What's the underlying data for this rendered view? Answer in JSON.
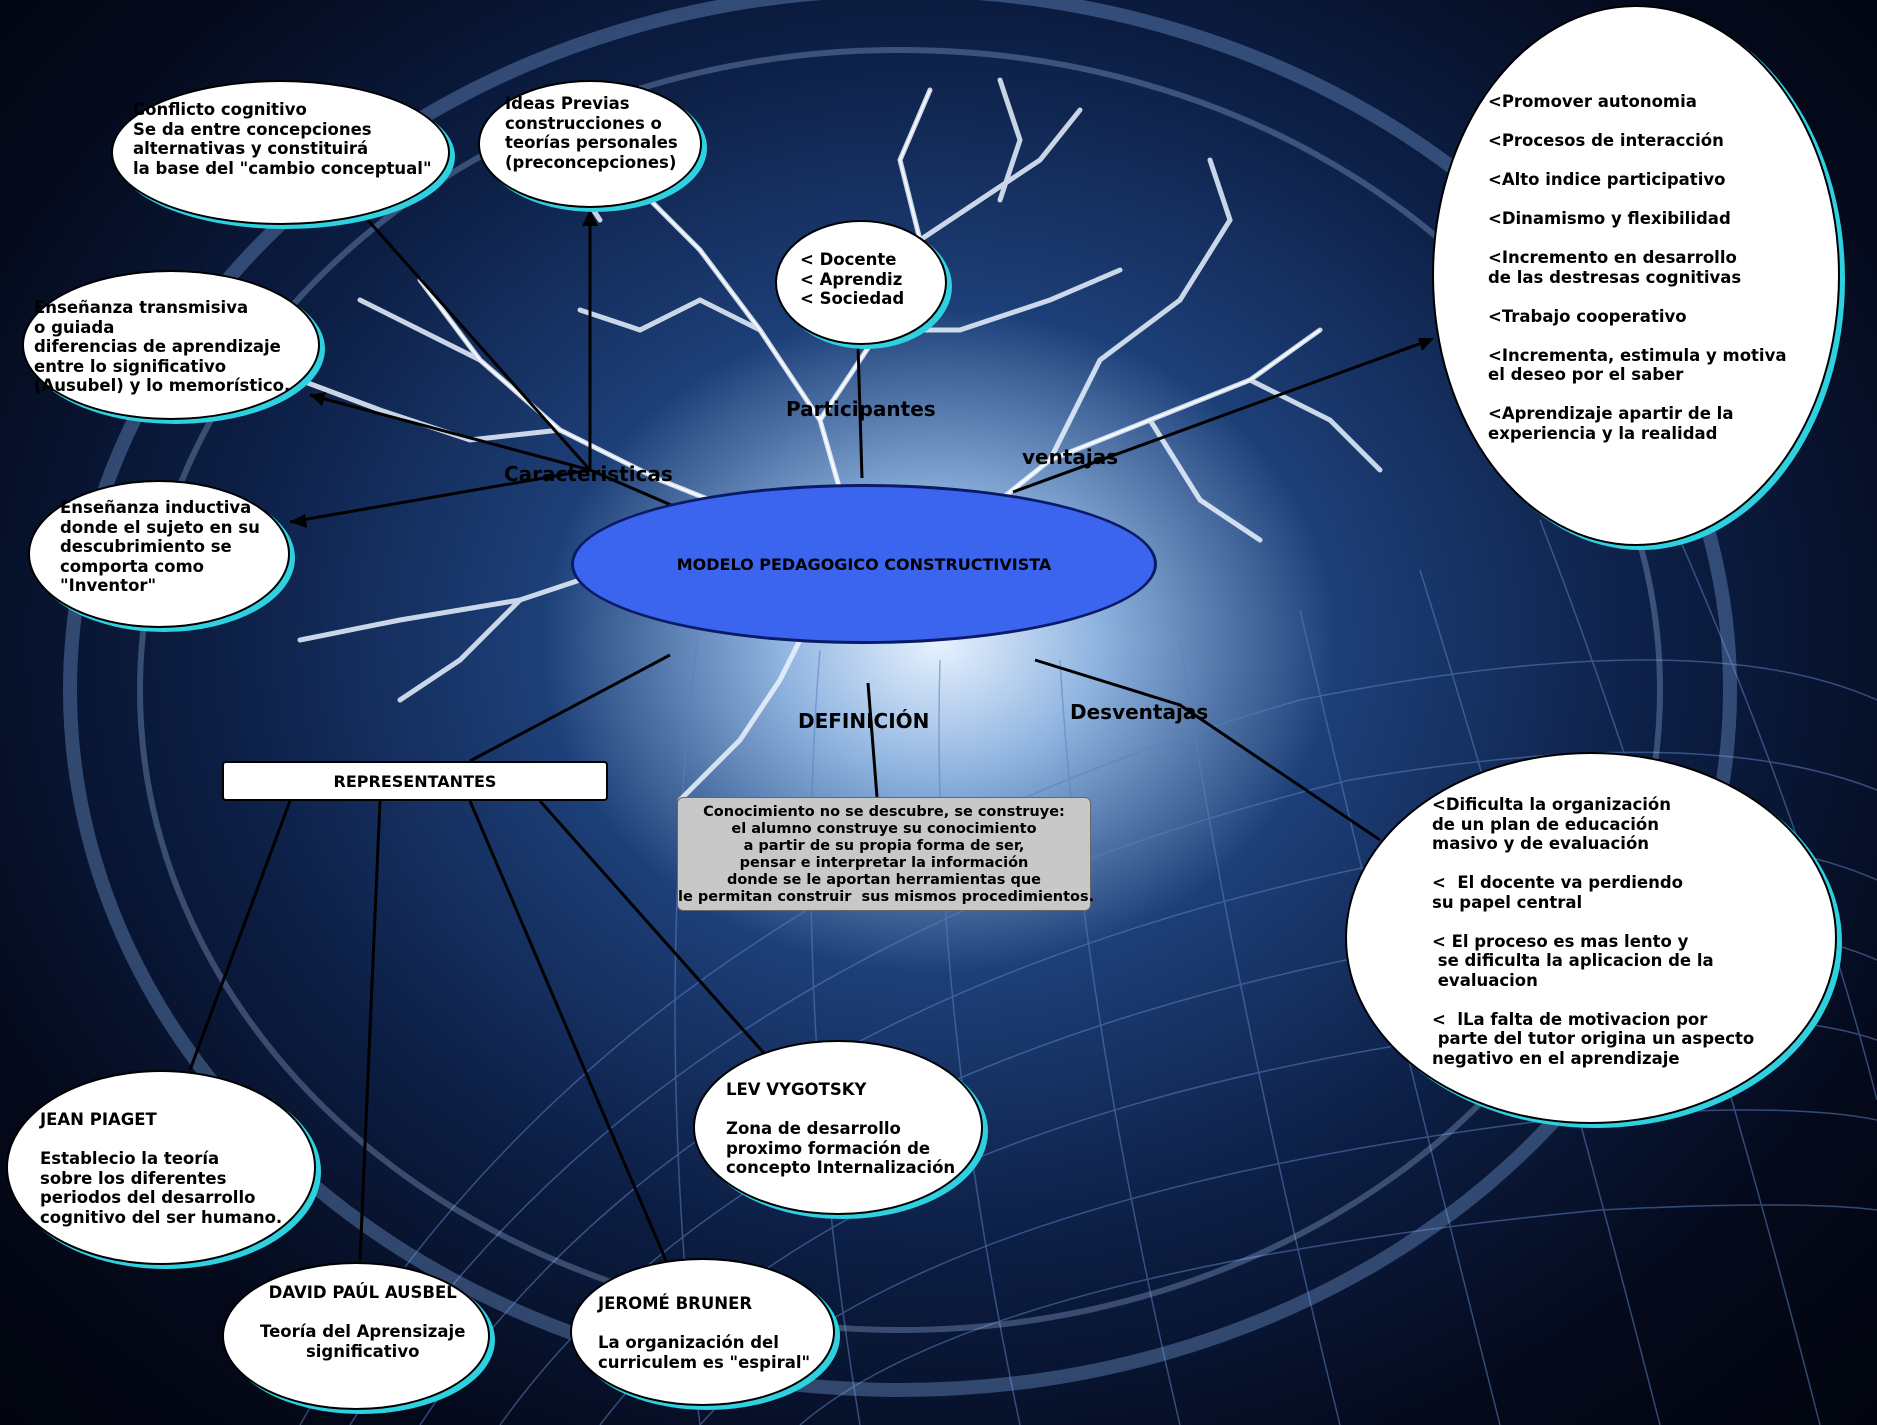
{
  "center": {
    "title": "MODELO PEDAGOGICO CONSTRUCTIVISTA"
  },
  "branches": {
    "caracteristicas": "Caracteristicas",
    "participantes": "Participantes",
    "ventajas": "ventajas",
    "definicion": "DEFINICIÓN",
    "desventajas": "Desventajas",
    "representantes": "REPRESENTANTES"
  },
  "nodes": {
    "conflicto": "Conflicto cognitivo\nSe da entre concepciones\nalternativas y constituirá\nla base del \"cambio conceptual\"",
    "ideas": "Ideas Previas\nconstrucciones o\nteorías personales\n(preconcepciones)",
    "participantes": "< Docente\n< Aprendiz\n< Sociedad",
    "transmisiva": "Enseñanza transmisiva\no guiada\ndiferencias de aprendizaje\nentre lo significativo\n(Ausubel) y lo memorístico.",
    "inductiva": "Enseñanza inductiva\ndonde el sujeto en su\ndescubrimiento se\ncomporta como\n\"Inventor\"",
    "ventajas": "<Promover autonomia\n\n<Procesos de interacción\n\n<Alto indice participativo\n\n<Dinamismo y flexibilidad\n\n<Incremento en desarrollo\nde las destresas cognitivas\n\n<Trabajo cooperativo\n\n<Incrementa, estimula y motiva\nel deseo por el saber\n\n<Aprendizaje apartir de la\nexperiencia y la realidad",
    "definicion": "Conocimiento no se descubre, se construye:\nel alumno construye su conocimiento\na partir de su propia forma de ser,\npensar e interpretar la información\ndonde se le aportan herramientas que\nle permitan construir  sus mismos procedimientos.",
    "desventajas": "<Dificulta la organización\nde un plan de educación\nmasivo y de evaluación\n\n<  El docente va perdiendo\nsu papel central\n\n< El proceso es mas lento y\n se dificulta la aplicacion de la\n evaluacion\n\n<  lLa falta de motivacion por\n parte del tutor origina un aspecto\nnegativo en el aprendizaje",
    "piaget": "JEAN PIAGET\n\nEstablecio la teoría\nsobre los diferentes\nperiodos del desarrollo\ncognitivo del ser humano.",
    "ausbel": "DAVID PAÚL AUSBEL\n\nTeoría del Aprensizaje\nsignificativo",
    "bruner": "JEROMÉ BRUNER\n\nLa organización del\ncurriculem es \"espiral\"",
    "vygotsky": "LEV VYGOTSKY\n\nZona de desarrollo\nproximo formación de\nconcepto Internalización"
  }
}
